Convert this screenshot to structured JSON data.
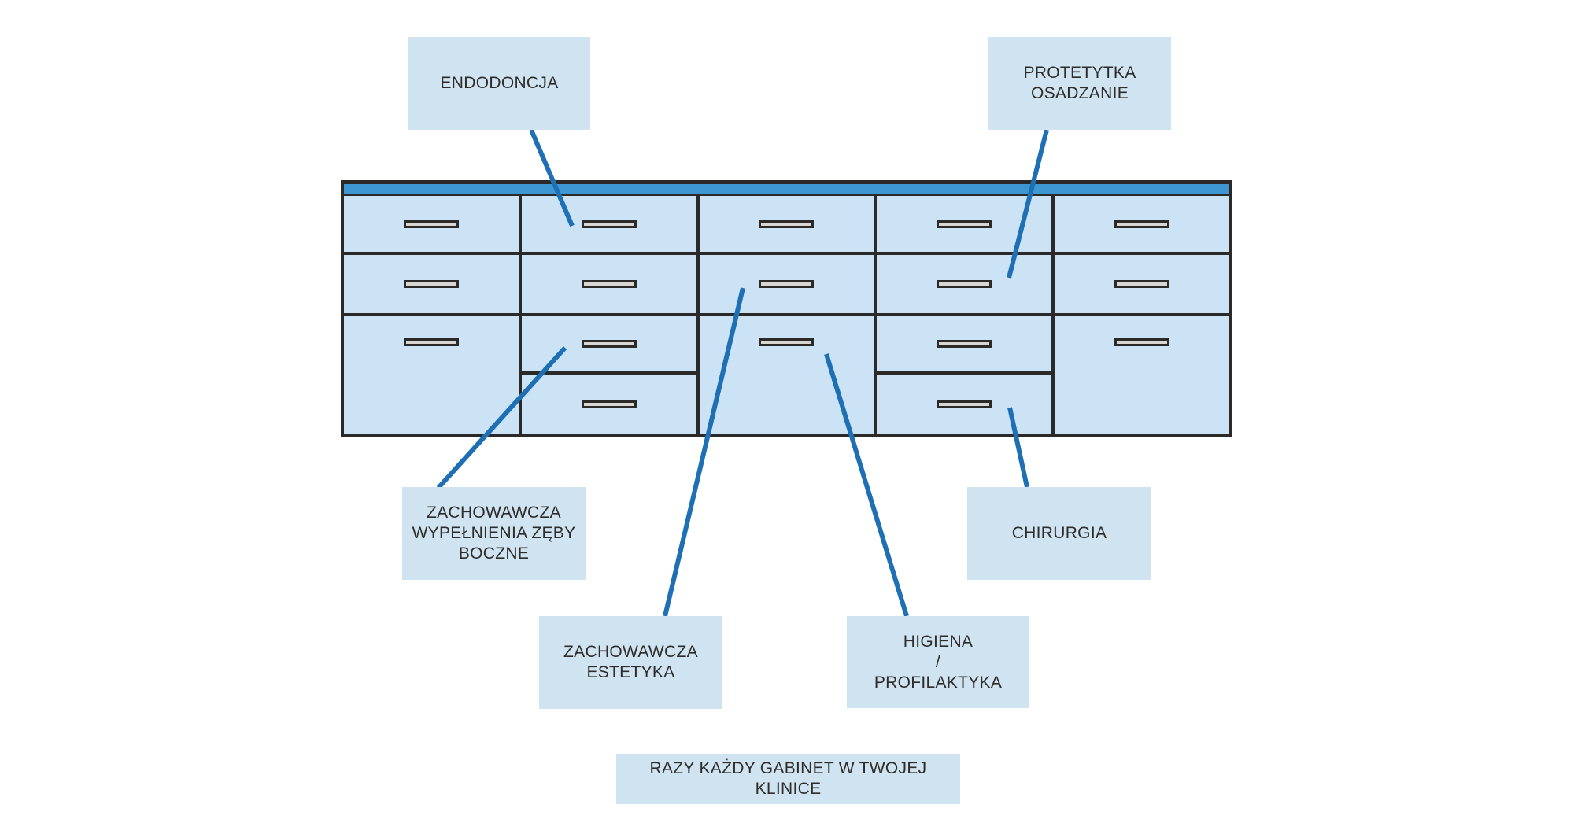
{
  "colors": {
    "page_bg": "#ffffff",
    "counter_blue": "#3e97d2",
    "connector_blue": "#1f6fb4",
    "cabinet_fill": "#cbe3f5",
    "label_fill": "#cfe3f0",
    "border_dark": "#2b2a29",
    "handle_fill": "#d9d6d1",
    "text_dark": "#2d2c2b"
  },
  "labels": {
    "endodoncja": "ENDODONCJA",
    "protetytka_osadzanie": "PROTETYTKA\nOSADZANIE",
    "zachowawcza_wypelnienia": "ZACHOWAWCZA\nWYPEŁNIENIA ZĘBY\nBOCZNE",
    "zachowawcza_estetyka": "ZACHOWAWCZA\nESTETYKA",
    "higiena_profilaktyka": "HIGIENA\n/\nPROFILAKTYKA",
    "chirurgia": "CHIRURGIA",
    "caption": "RAZY KAŻDY GABINET W TWOJEJ KLINICE"
  },
  "cabinet": {
    "description": "dental-clinic-drawer-unit",
    "columns": [
      {
        "id": "column-1",
        "cells": [
          "drawer",
          "drawer",
          "door"
        ]
      },
      {
        "id": "column-2",
        "cells": [
          "drawer",
          "drawer",
          "drawer",
          "drawer"
        ]
      },
      {
        "id": "column-3",
        "cells": [
          "drawer",
          "drawer",
          "door"
        ]
      },
      {
        "id": "column-4",
        "cells": [
          "drawer",
          "drawer",
          "drawer",
          "drawer"
        ]
      },
      {
        "id": "column-5",
        "cells": [
          "drawer",
          "drawer",
          "door"
        ]
      }
    ]
  }
}
